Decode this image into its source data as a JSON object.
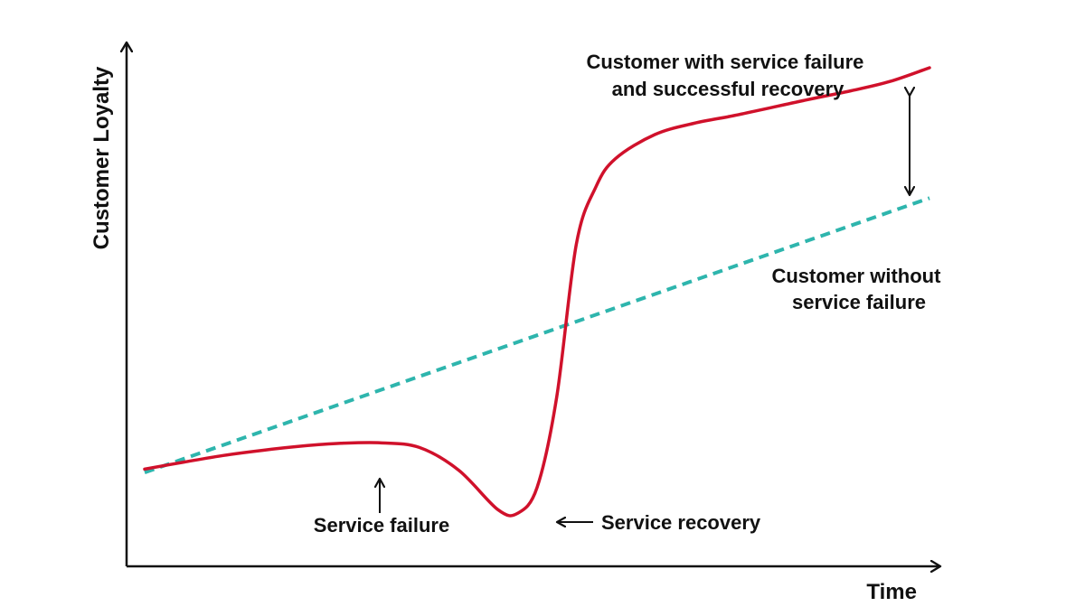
{
  "chart_data": {
    "type": "line",
    "title": "",
    "xlabel": "Time",
    "ylabel": "Customer Loyalty",
    "grid": false,
    "legend": "none",
    "series": [
      {
        "name": "Customer with service failure and successful recovery",
        "color": "#d0112b",
        "style": "solid",
        "x": [
          0,
          5,
          10,
          15,
          20,
          25,
          30,
          35,
          40,
          45,
          47.5,
          50,
          52.5,
          55,
          57.5,
          60,
          65,
          70,
          75,
          80,
          85,
          90,
          95,
          100
        ],
        "y": [
          14.7,
          16.2,
          17.6,
          18.7,
          19.6,
          20.2,
          20.3,
          19.3,
          14.5,
          6.1,
          5.3,
          10.8,
          30,
          62.5,
          74.7,
          80.7,
          85.8,
          88.2,
          89.8,
          91.6,
          93.4,
          95.1,
          97.1,
          100
        ]
      },
      {
        "name": "Customer without service failure",
        "color": "#2eb5ad",
        "style": "dashed",
        "x": [
          0,
          100
        ],
        "y": [
          14,
          72.3
        ]
      }
    ],
    "annotations": [
      {
        "text": "Customer with service failure and successful recovery",
        "lines": [
          "Customer with service failure",
          "and successful recovery"
        ],
        "kind": "series-label"
      },
      {
        "text": "Customer without service failure",
        "lines": [
          "Customer without",
          "service failure"
        ],
        "kind": "series-label"
      },
      {
        "text": "Service failure",
        "kind": "arrow-up"
      },
      {
        "text": "Service recovery",
        "kind": "arrow-left"
      },
      {
        "text": "",
        "kind": "double-arrow-gap"
      }
    ],
    "colors": {
      "recovery": "#d0112b",
      "baseline": "#2eb5ad",
      "axis": "#111111"
    }
  }
}
